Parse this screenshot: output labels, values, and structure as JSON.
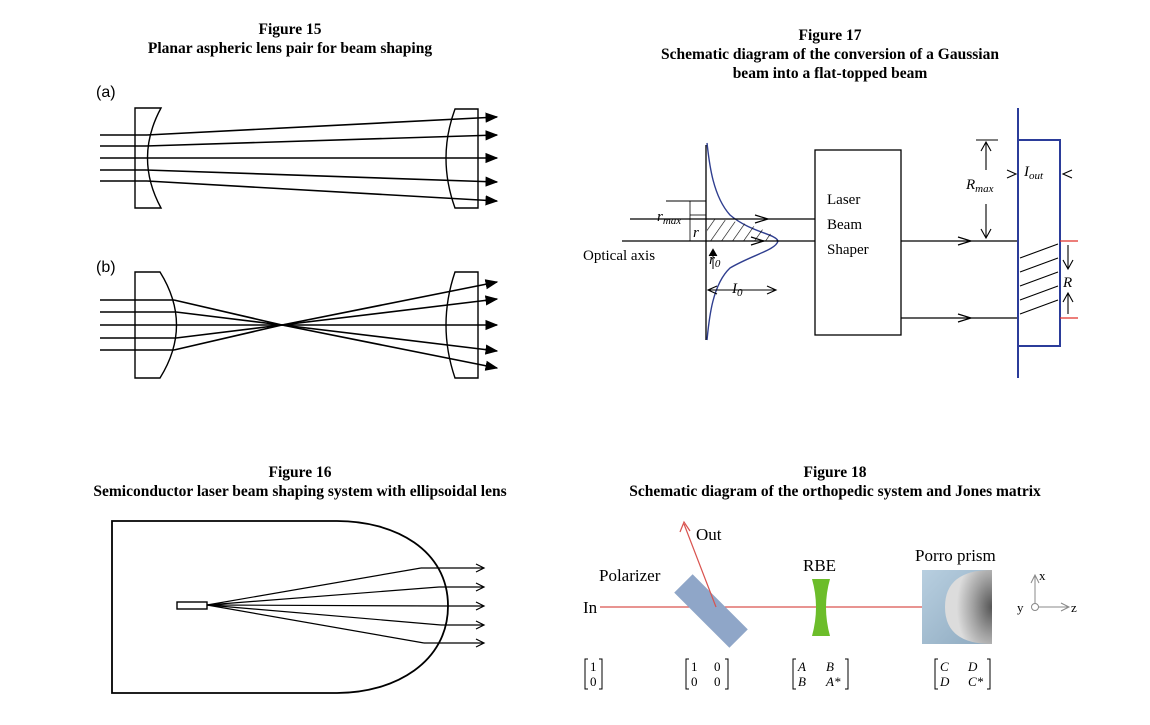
{
  "figures": [
    {
      "id": "fig15",
      "number": "Figure 15",
      "title": "Planar aspheric lens pair for beam shaping",
      "panels": [
        "(a)",
        "(b)"
      ]
    },
    {
      "id": "fig16",
      "number": "Figure 16",
      "title": "Semiconductor laser beam shaping system with ellipsoidal lens"
    },
    {
      "id": "fig17",
      "number": "Figure 17",
      "title_line1": "Schematic diagram of the conversion of a Gaussian",
      "title_line2": "beam into a flat-topped beam",
      "labels": {
        "r_max": "r",
        "r_max_sub": "max",
        "r": "r",
        "r0": "r",
        "r0_sub": "0",
        "optical_axis": "Optical axis",
        "i0": "I",
        "i0_sub": "0",
        "shaper_line1": "Laser",
        "shaper_line2": "Beam",
        "shaper_line3": "Shaper",
        "R_max": "R",
        "R_max_sub": "max",
        "i_out": "I",
        "i_out_sub": "out",
        "R": "R"
      },
      "colors": {
        "gaussian": "#2f3e8f",
        "flat_top": "#2b3c9a",
        "marker": "#e0302a"
      }
    },
    {
      "id": "fig18",
      "number": "Figure 18",
      "title": "Schematic diagram of the orthopedic system and Jones matrix",
      "labels": {
        "out": "Out",
        "polarizer": "Polarizer",
        "in": "In",
        "rbe": "RBE",
        "porro": "Porro prism",
        "axis_x": "x",
        "axis_y": "y",
        "axis_z": "z"
      },
      "matrices": [
        {
          "name": "input-vector",
          "rows": [
            [
              "1"
            ],
            [
              "0"
            ]
          ]
        },
        {
          "name": "polarizer-matrix",
          "rows": [
            [
              "1",
              "0"
            ],
            [
              "0",
              "0"
            ]
          ]
        },
        {
          "name": "rbe-matrix",
          "rows": [
            [
              "A",
              "B"
            ],
            [
              "B",
              "A*"
            ]
          ]
        },
        {
          "name": "porro-matrix",
          "rows": [
            [
              "C",
              "D"
            ],
            [
              "D",
              "C*"
            ]
          ]
        }
      ],
      "colors": {
        "beam": "#d9534f",
        "polarizer": "#8fa6c8",
        "rbe": "#6cbd2a",
        "porro": "#a9c1d3"
      }
    }
  ]
}
